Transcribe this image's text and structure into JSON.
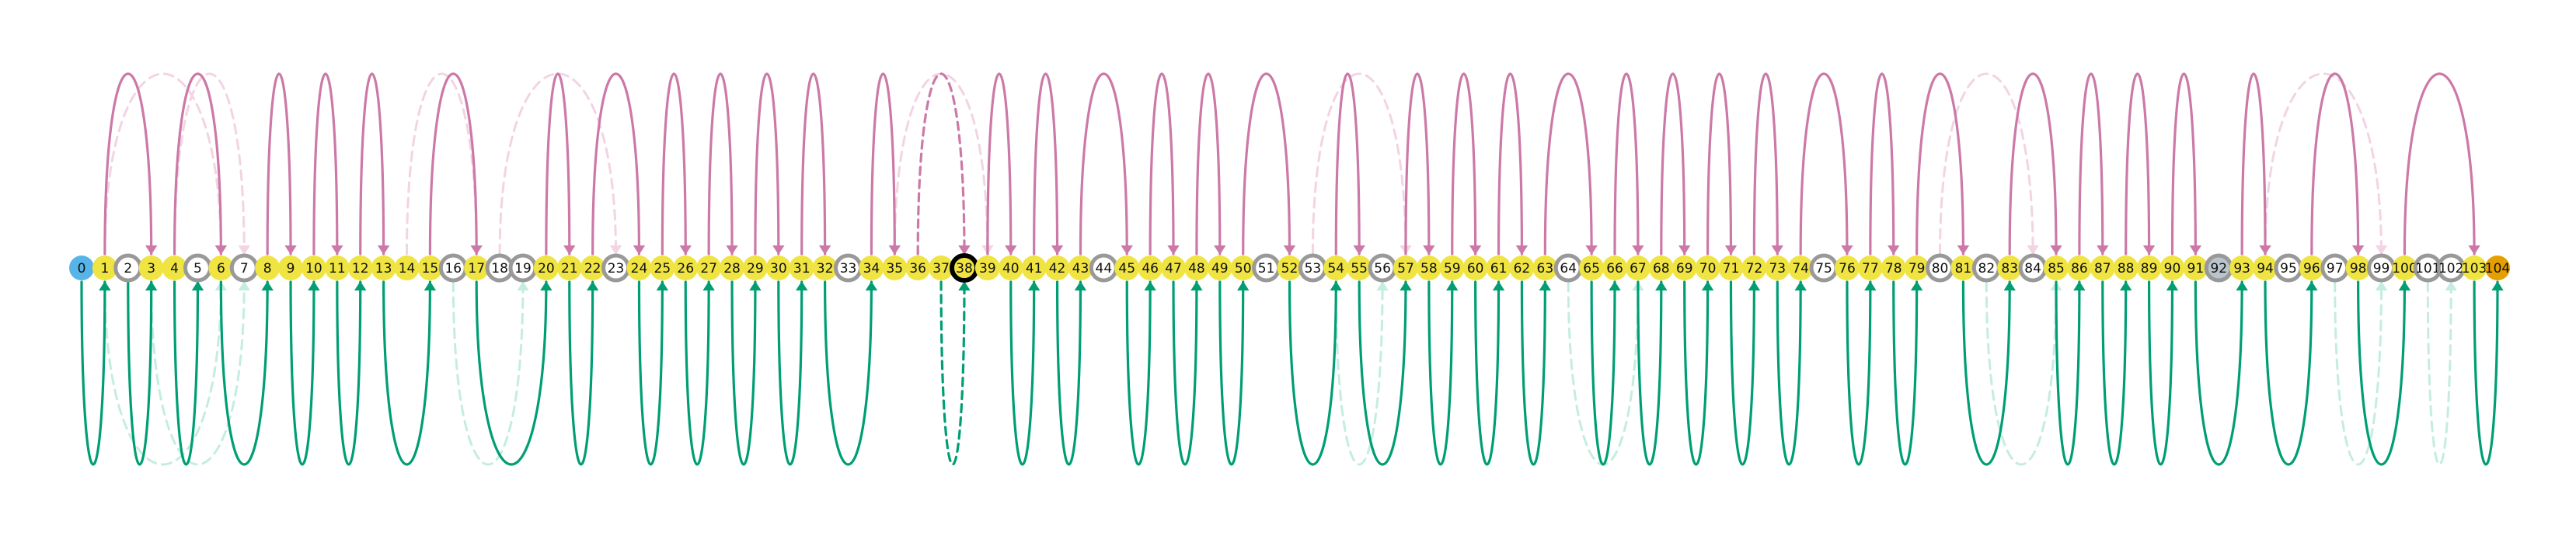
{
  "colors": {
    "node_fill": "#f0e442",
    "start_fill": "#56b4e9",
    "end_fill": "#e69f00",
    "ring_gray": "#999999",
    "ring_current": "#000000",
    "upper_arc": "#cc79a7",
    "upper_arc_faint": "#f2d4e3",
    "lower_arc": "#009e73",
    "lower_arc_faint": "#c4ede0",
    "background": "#ffffff"
  },
  "nodes": [
    {
      "label": "0",
      "kind": "start"
    },
    {
      "label": "1",
      "kind": "plain"
    },
    {
      "label": "2",
      "kind": "ring"
    },
    {
      "label": "3",
      "kind": "plain"
    },
    {
      "label": "4",
      "kind": "plain"
    },
    {
      "label": "5",
      "kind": "ring"
    },
    {
      "label": "6",
      "kind": "plain"
    },
    {
      "label": "7",
      "kind": "ring"
    },
    {
      "label": "8",
      "kind": "plain"
    },
    {
      "label": "9",
      "kind": "plain"
    },
    {
      "label": "10",
      "kind": "plain"
    },
    {
      "label": "11",
      "kind": "plain"
    },
    {
      "label": "12",
      "kind": "plain"
    },
    {
      "label": "13",
      "kind": "plain"
    },
    {
      "label": "14",
      "kind": "plain"
    },
    {
      "label": "15",
      "kind": "plain"
    },
    {
      "label": "16",
      "kind": "ring"
    },
    {
      "label": "17",
      "kind": "plain"
    },
    {
      "label": "18",
      "kind": "ring"
    },
    {
      "label": "19",
      "kind": "ring"
    },
    {
      "label": "20",
      "kind": "plain"
    },
    {
      "label": "21",
      "kind": "plain"
    },
    {
      "label": "22",
      "kind": "plain"
    },
    {
      "label": "23",
      "kind": "ring"
    },
    {
      "label": "24",
      "kind": "plain"
    },
    {
      "label": "25",
      "kind": "plain"
    },
    {
      "label": "26",
      "kind": "plain"
    },
    {
      "label": "27",
      "kind": "plain"
    },
    {
      "label": "28",
      "kind": "plain"
    },
    {
      "label": "29",
      "kind": "plain"
    },
    {
      "label": "30",
      "kind": "plain"
    },
    {
      "label": "31",
      "kind": "plain"
    },
    {
      "label": "32",
      "kind": "plain"
    },
    {
      "label": "33",
      "kind": "ring"
    },
    {
      "label": "34",
      "kind": "plain"
    },
    {
      "label": "35",
      "kind": "plain"
    },
    {
      "label": "36",
      "kind": "plain"
    },
    {
      "label": "37",
      "kind": "plain"
    },
    {
      "label": "38",
      "kind": "current"
    },
    {
      "label": "39",
      "kind": "plain"
    },
    {
      "label": "40",
      "kind": "plain"
    },
    {
      "label": "41",
      "kind": "plain"
    },
    {
      "label": "42",
      "kind": "plain"
    },
    {
      "label": "43",
      "kind": "plain"
    },
    {
      "label": "44",
      "kind": "ring"
    },
    {
      "label": "45",
      "kind": "plain"
    },
    {
      "label": "46",
      "kind": "plain"
    },
    {
      "label": "47",
      "kind": "plain"
    },
    {
      "label": "48",
      "kind": "plain"
    },
    {
      "label": "49",
      "kind": "plain"
    },
    {
      "label": "50",
      "kind": "plain"
    },
    {
      "label": "51",
      "kind": "ring"
    },
    {
      "label": "52",
      "kind": "plain"
    },
    {
      "label": "53",
      "kind": "ring"
    },
    {
      "label": "54",
      "kind": "plain"
    },
    {
      "label": "55",
      "kind": "plain"
    },
    {
      "label": "56",
      "kind": "ring"
    },
    {
      "label": "57",
      "kind": "plain"
    },
    {
      "label": "58",
      "kind": "plain"
    },
    {
      "label": "59",
      "kind": "plain"
    },
    {
      "label": "60",
      "kind": "plain"
    },
    {
      "label": "61",
      "kind": "plain"
    },
    {
      "label": "62",
      "kind": "plain"
    },
    {
      "label": "63",
      "kind": "plain"
    },
    {
      "label": "64",
      "kind": "ring"
    },
    {
      "label": "65",
      "kind": "plain"
    },
    {
      "label": "66",
      "kind": "plain"
    },
    {
      "label": "67",
      "kind": "plain"
    },
    {
      "label": "68",
      "kind": "plain"
    },
    {
      "label": "69",
      "kind": "plain"
    },
    {
      "label": "70",
      "kind": "plain"
    },
    {
      "label": "71",
      "kind": "plain"
    },
    {
      "label": "72",
      "kind": "plain"
    },
    {
      "label": "73",
      "kind": "plain"
    },
    {
      "label": "74",
      "kind": "plain"
    },
    {
      "label": "75",
      "kind": "ring"
    },
    {
      "label": "76",
      "kind": "plain"
    },
    {
      "label": "77",
      "kind": "plain"
    },
    {
      "label": "78",
      "kind": "plain"
    },
    {
      "label": "79",
      "kind": "plain"
    },
    {
      "label": "80",
      "kind": "ring"
    },
    {
      "label": "81",
      "kind": "plain"
    },
    {
      "label": "82",
      "kind": "ring"
    },
    {
      "label": "83",
      "kind": "plain"
    },
    {
      "label": "84",
      "kind": "ring"
    },
    {
      "label": "85",
      "kind": "plain"
    },
    {
      "label": "86",
      "kind": "plain"
    },
    {
      "label": "87",
      "kind": "plain"
    },
    {
      "label": "88",
      "kind": "plain"
    },
    {
      "label": "89",
      "kind": "plain"
    },
    {
      "label": "90",
      "kind": "plain"
    },
    {
      "label": "91",
      "kind": "plain"
    },
    {
      "label": "92",
      "kind": "ring_filled"
    },
    {
      "label": "93",
      "kind": "plain"
    },
    {
      "label": "94",
      "kind": "plain"
    },
    {
      "label": "95",
      "kind": "ring"
    },
    {
      "label": "96",
      "kind": "plain"
    },
    {
      "label": "97",
      "kind": "ring"
    },
    {
      "label": "98",
      "kind": "plain"
    },
    {
      "label": "99",
      "kind": "ring"
    },
    {
      "label": "100",
      "kind": "plain"
    },
    {
      "label": "101",
      "kind": "ring"
    },
    {
      "label": "102",
      "kind": "ring"
    },
    {
      "label": "103",
      "kind": "plain"
    },
    {
      "label": "104",
      "kind": "end"
    }
  ],
  "arcs": [
    {
      "from": 1,
      "to": 3,
      "side": "upper",
      "style": "solid"
    },
    {
      "from": 4,
      "to": 6,
      "side": "upper",
      "style": "solid"
    },
    {
      "from": 8,
      "to": 9,
      "side": "upper",
      "style": "solid"
    },
    {
      "from": 10,
      "to": 11,
      "side": "upper",
      "style": "solid"
    },
    {
      "from": 12,
      "to": 13,
      "side": "upper",
      "style": "solid"
    },
    {
      "from": 15,
      "to": 17,
      "side": "upper",
      "style": "solid"
    },
    {
      "from": 20,
      "to": 21,
      "side": "upper",
      "style": "solid"
    },
    {
      "from": 22,
      "to": 24,
      "side": "upper",
      "style": "solid"
    },
    {
      "from": 25,
      "to": 26,
      "side": "upper",
      "style": "solid"
    },
    {
      "from": 27,
      "to": 28,
      "side": "upper",
      "style": "solid"
    },
    {
      "from": 29,
      "to": 30,
      "side": "upper",
      "style": "solid"
    },
    {
      "from": 31,
      "to": 32,
      "side": "upper",
      "style": "solid"
    },
    {
      "from": 34,
      "to": 35,
      "side": "upper",
      "style": "solid"
    },
    {
      "from": 36,
      "to": 38,
      "side": "upper",
      "style": "dashed"
    },
    {
      "from": 39,
      "to": 40,
      "side": "upper",
      "style": "solid"
    },
    {
      "from": 41,
      "to": 42,
      "side": "upper",
      "style": "solid"
    },
    {
      "from": 43,
      "to": 45,
      "side": "upper",
      "style": "solid"
    },
    {
      "from": 46,
      "to": 47,
      "side": "upper",
      "style": "solid"
    },
    {
      "from": 48,
      "to": 49,
      "side": "upper",
      "style": "solid"
    },
    {
      "from": 50,
      "to": 52,
      "side": "upper",
      "style": "solid"
    },
    {
      "from": 54,
      "to": 55,
      "side": "upper",
      "style": "solid"
    },
    {
      "from": 57,
      "to": 58,
      "side": "upper",
      "style": "solid"
    },
    {
      "from": 59,
      "to": 60,
      "side": "upper",
      "style": "solid"
    },
    {
      "from": 61,
      "to": 62,
      "side": "upper",
      "style": "solid"
    },
    {
      "from": 63,
      "to": 65,
      "side": "upper",
      "style": "solid"
    },
    {
      "from": 66,
      "to": 67,
      "side": "upper",
      "style": "solid"
    },
    {
      "from": 68,
      "to": 69,
      "side": "upper",
      "style": "solid"
    },
    {
      "from": 70,
      "to": 71,
      "side": "upper",
      "style": "solid"
    },
    {
      "from": 72,
      "to": 73,
      "side": "upper",
      "style": "solid"
    },
    {
      "from": 74,
      "to": 76,
      "side": "upper",
      "style": "solid"
    },
    {
      "from": 77,
      "to": 78,
      "side": "upper",
      "style": "solid"
    },
    {
      "from": 79,
      "to": 81,
      "side": "upper",
      "style": "solid"
    },
    {
      "from": 83,
      "to": 85,
      "side": "upper",
      "style": "solid"
    },
    {
      "from": 86,
      "to": 87,
      "side": "upper",
      "style": "solid"
    },
    {
      "from": 88,
      "to": 89,
      "side": "upper",
      "style": "solid"
    },
    {
      "from": 90,
      "to": 91,
      "side": "upper",
      "style": "solid"
    },
    {
      "from": 93,
      "to": 94,
      "side": "upper",
      "style": "solid"
    },
    {
      "from": 96,
      "to": 98,
      "side": "upper",
      "style": "solid"
    },
    {
      "from": 100,
      "to": 103,
      "side": "upper",
      "style": "solid"
    },
    {
      "from": 1,
      "to": 6,
      "side": "upper",
      "style": "faint"
    },
    {
      "from": 4,
      "to": 7,
      "side": "upper",
      "style": "faint"
    },
    {
      "from": 14,
      "to": 17,
      "side": "upper",
      "style": "faint"
    },
    {
      "from": 18,
      "to": 23,
      "side": "upper",
      "style": "faint"
    },
    {
      "from": 35,
      "to": 39,
      "side": "upper",
      "style": "faint"
    },
    {
      "from": 53,
      "to": 57,
      "side": "upper",
      "style": "faint"
    },
    {
      "from": 80,
      "to": 84,
      "side": "upper",
      "style": "faint"
    },
    {
      "from": 94,
      "to": 99,
      "side": "upper",
      "style": "faint"
    },
    {
      "from": 0,
      "to": 1,
      "side": "lower",
      "style": "solid"
    },
    {
      "from": 2,
      "to": 3,
      "side": "lower",
      "style": "solid"
    },
    {
      "from": 4,
      "to": 5,
      "side": "lower",
      "style": "solid"
    },
    {
      "from": 6,
      "to": 8,
      "side": "lower",
      "style": "solid"
    },
    {
      "from": 9,
      "to": 10,
      "side": "lower",
      "style": "solid"
    },
    {
      "from": 11,
      "to": 12,
      "side": "lower",
      "style": "solid"
    },
    {
      "from": 13,
      "to": 15,
      "side": "lower",
      "style": "solid"
    },
    {
      "from": 17,
      "to": 20,
      "side": "lower",
      "style": "solid"
    },
    {
      "from": 21,
      "to": 22,
      "side": "lower",
      "style": "solid"
    },
    {
      "from": 24,
      "to": 25,
      "side": "lower",
      "style": "solid"
    },
    {
      "from": 26,
      "to": 27,
      "side": "lower",
      "style": "solid"
    },
    {
      "from": 28,
      "to": 29,
      "side": "lower",
      "style": "solid"
    },
    {
      "from": 30,
      "to": 31,
      "side": "lower",
      "style": "solid"
    },
    {
      "from": 32,
      "to": 34,
      "side": "lower",
      "style": "solid"
    },
    {
      "from": 37,
      "to": 38,
      "side": "lower",
      "style": "dashed"
    },
    {
      "from": 40,
      "to": 41,
      "side": "lower",
      "style": "solid"
    },
    {
      "from": 42,
      "to": 43,
      "side": "lower",
      "style": "solid"
    },
    {
      "from": 45,
      "to": 46,
      "side": "lower",
      "style": "solid"
    },
    {
      "from": 47,
      "to": 48,
      "side": "lower",
      "style": "solid"
    },
    {
      "from": 49,
      "to": 50,
      "side": "lower",
      "style": "solid"
    },
    {
      "from": 52,
      "to": 54,
      "side": "lower",
      "style": "solid"
    },
    {
      "from": 55,
      "to": 57,
      "side": "lower",
      "style": "solid"
    },
    {
      "from": 58,
      "to": 59,
      "side": "lower",
      "style": "solid"
    },
    {
      "from": 60,
      "to": 61,
      "side": "lower",
      "style": "solid"
    },
    {
      "from": 62,
      "to": 63,
      "side": "lower",
      "style": "solid"
    },
    {
      "from": 65,
      "to": 66,
      "side": "lower",
      "style": "solid"
    },
    {
      "from": 67,
      "to": 68,
      "side": "lower",
      "style": "solid"
    },
    {
      "from": 69,
      "to": 70,
      "side": "lower",
      "style": "solid"
    },
    {
      "from": 71,
      "to": 72,
      "side": "lower",
      "style": "solid"
    },
    {
      "from": 73,
      "to": 74,
      "side": "lower",
      "style": "solid"
    },
    {
      "from": 76,
      "to": 77,
      "side": "lower",
      "style": "solid"
    },
    {
      "from": 78,
      "to": 79,
      "side": "lower",
      "style": "solid"
    },
    {
      "from": 81,
      "to": 83,
      "side": "lower",
      "style": "solid"
    },
    {
      "from": 85,
      "to": 86,
      "side": "lower",
      "style": "solid"
    },
    {
      "from": 87,
      "to": 88,
      "side": "lower",
      "style": "solid"
    },
    {
      "from": 89,
      "to": 90,
      "side": "lower",
      "style": "solid"
    },
    {
      "from": 91,
      "to": 93,
      "side": "lower",
      "style": "solid"
    },
    {
      "from": 94,
      "to": 96,
      "side": "lower",
      "style": "solid"
    },
    {
      "from": 98,
      "to": 100,
      "side": "lower",
      "style": "solid"
    },
    {
      "from": 103,
      "to": 104,
      "side": "lower",
      "style": "solid"
    },
    {
      "from": 1,
      "to": 6,
      "side": "lower",
      "style": "faint"
    },
    {
      "from": 3,
      "to": 7,
      "side": "lower",
      "style": "faint"
    },
    {
      "from": 16,
      "to": 19,
      "side": "lower",
      "style": "faint"
    },
    {
      "from": 54,
      "to": 56,
      "side": "lower",
      "style": "faint"
    },
    {
      "from": 64,
      "to": 67,
      "side": "lower",
      "style": "faint"
    },
    {
      "from": 82,
      "to": 85,
      "side": "lower",
      "style": "faint"
    },
    {
      "from": 97,
      "to": 99,
      "side": "lower",
      "style": "faint"
    },
    {
      "from": 101,
      "to": 102,
      "side": "lower",
      "style": "faint"
    }
  ]
}
